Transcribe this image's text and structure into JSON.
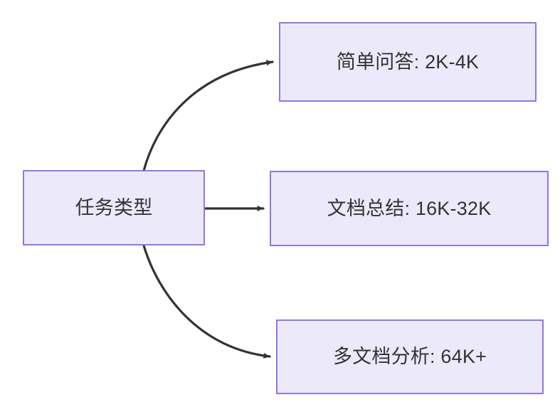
{
  "diagram": {
    "type": "flowchart",
    "direction": "left-to-right",
    "background_color": "#ffffff",
    "node_fill_color": "#ece9fb",
    "node_border_color": "#9575dd",
    "node_text_color": "#333333",
    "edge_color": "#333333",
    "root": {
      "id": "root",
      "label": "任务类型"
    },
    "children": [
      {
        "id": "child-0",
        "label": "简单问答: 2K-4K",
        "edge_style": "curved",
        "arrow": "arrowhead-icon"
      },
      {
        "id": "child-1",
        "label": "文档总结: 16K-32K",
        "edge_style": "straight",
        "arrow": "arrowhead-icon"
      },
      {
        "id": "child-2",
        "label": "多文档分析: 64K+",
        "edge_style": "curved",
        "arrow": "arrowhead-icon"
      }
    ]
  }
}
